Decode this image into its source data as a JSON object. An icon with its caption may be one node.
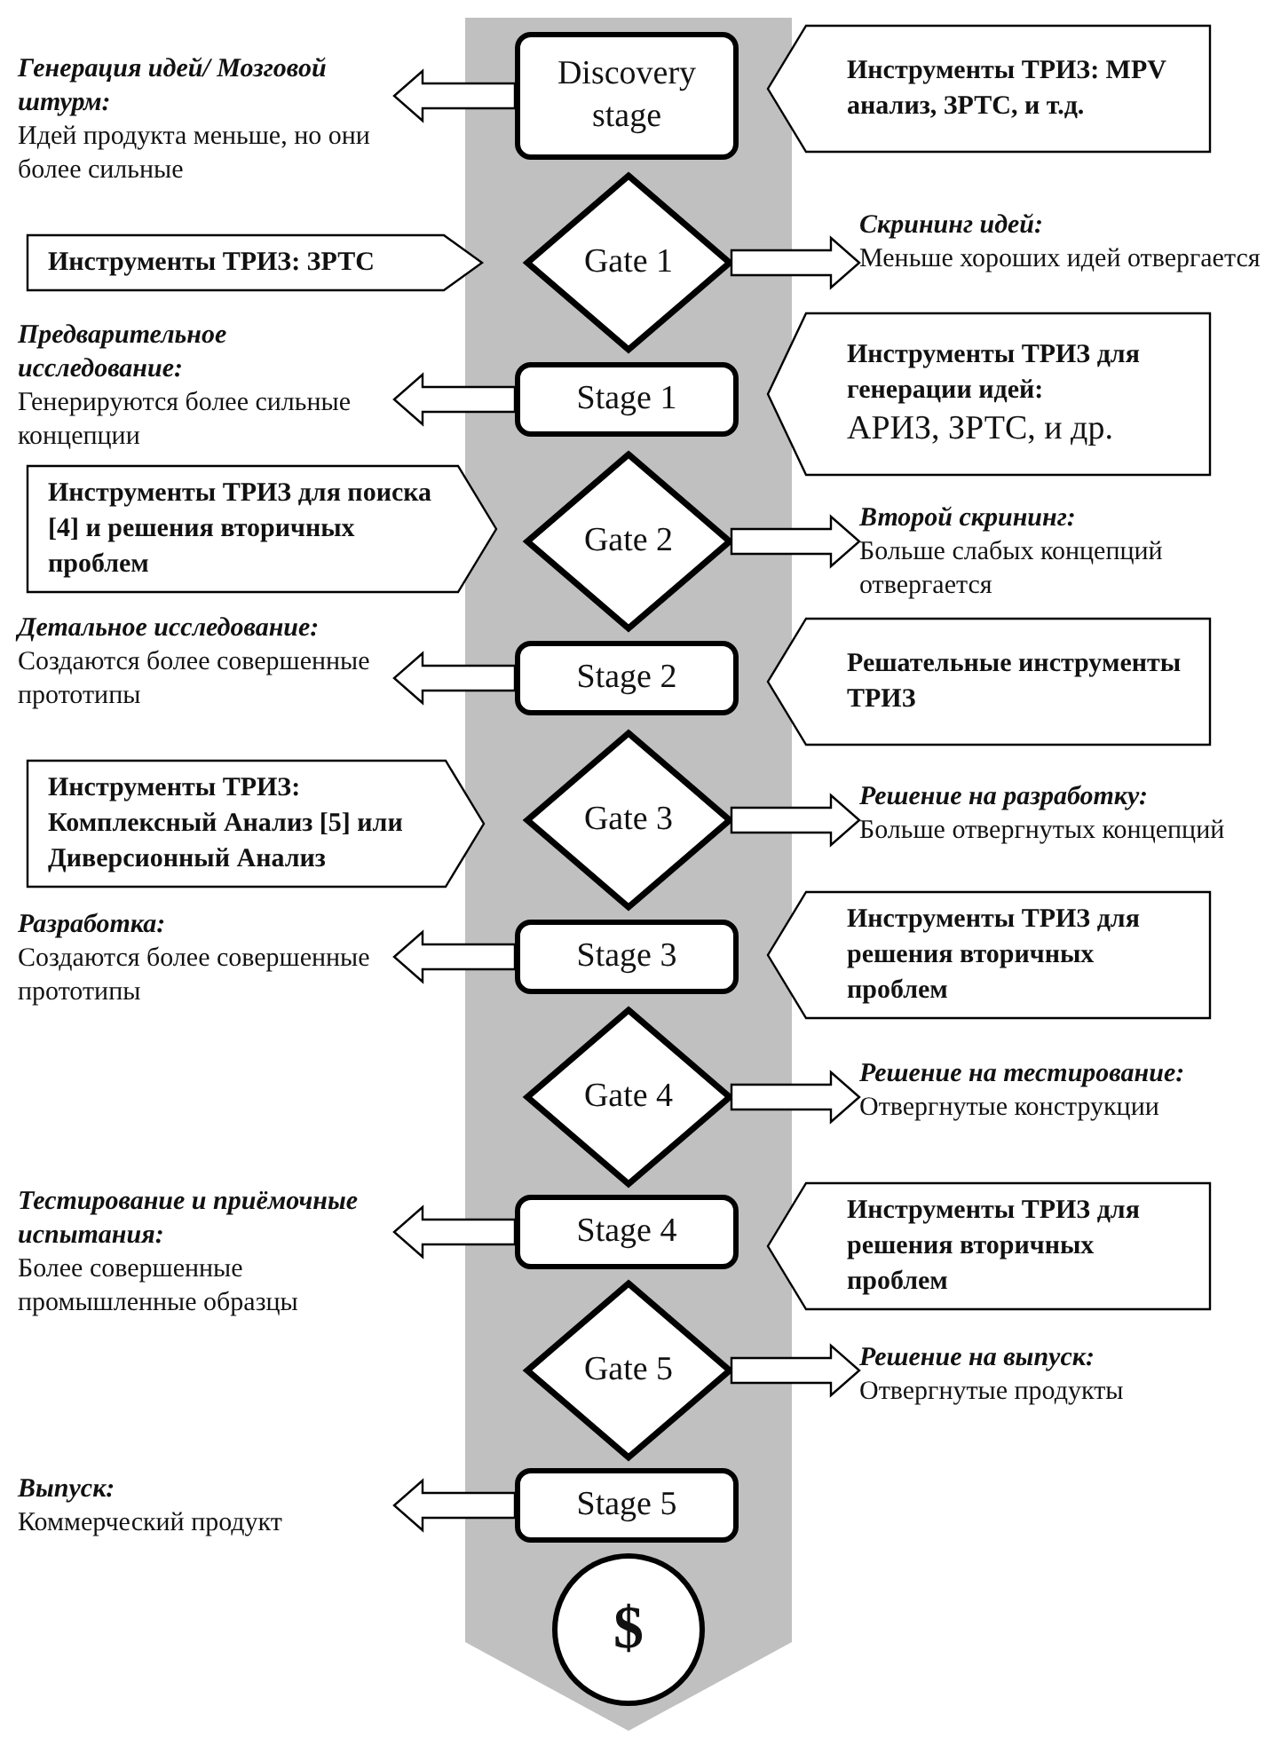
{
  "diagram": {
    "nodes": [
      {
        "text": [],
        "shape": "arrow"
      },
      {
        "text": [
          "Discovery stage"
        ],
        "in": 0
      },
      {
        "text": [
          "Gate 1"
        ],
        "in": 0
      },
      {
        "text": [
          "Stage 1"
        ],
        "in": 0
      },
      {
        "text": [
          "Gate 2"
        ],
        "in": 0
      },
      {
        "text": [
          "Stage 2"
        ],
        "in": 0
      },
      {
        "text": [
          "Gate 3"
        ],
        "in": 0
      },
      {
        "text": [
          "Stage 3"
        ],
        "in": 0
      },
      {
        "text": [
          "Gate 4"
        ],
        "in": 0
      },
      {
        "text": [
          "Stage 4"
        ],
        "in": 0
      },
      {
        "text": [
          "Gate 5"
        ],
        "in": 0
      },
      {
        "text": [
          "Stage 5"
        ],
        "in": 0
      },
      {
        "text": [
          "$"
        ],
        "in": 0
      },
      {
        "text": [
          "Генерация идей/ Мозговой штурм:",
          "Идей продукта меньше, но они более сильные"
        ]
      },
      {
        "text": [
          "Инструменты ТРИЗ: MPV анализ, ЗРТС, и т.д."
        ]
      },
      {
        "text": [
          "Инструменты ТРИЗ: ЗРТС"
        ]
      },
      {
        "text": [
          "Скрининг идей:",
          "Меньше хороших идей отвергается"
        ]
      },
      {
        "text": [
          "Предварительное исследование:",
          "Генерируются более сильные концепции"
        ]
      },
      {
        "text": [
          "Инструменты ТРИЗ для генерации идей:",
          "АРИЗ, ЗРТС, и др."
        ]
      },
      {
        "text": [
          "Инструменты ТРИЗ для поиска [4] и решения вторичных проблем"
        ]
      },
      {
        "text": [
          "Второй скрининг:",
          "Больше слабых концепций отвергается"
        ]
      },
      {
        "text": [
          "Детальное исследование:",
          "Создаются более совершенные прототипы"
        ]
      },
      {
        "text": [
          "Решательные инструменты ТРИЗ"
        ]
      },
      {
        "text": [
          "Инструменты ТРИЗ: Комплексный Анализ [5] или Диверсионный Анализ"
        ]
      },
      {
        "text": [
          "Решение на разработку:",
          "Больше отвергнутых концепций"
        ]
      },
      {
        "text": [
          "Разработка:",
          "Создаются более совершенные прототипы"
        ]
      },
      {
        "text": [
          "Инструменты ТРИЗ для решения вторичных проблем"
        ]
      },
      {
        "text": [
          "Решение на тестирование:",
          "Отвергнутые конструкции"
        ]
      },
      {
        "text": [
          "Тестирование и приёмочные испытания:",
          "Более совершенные промышленные образцы"
        ]
      },
      {
        "text": [
          "Инструменты ТРИЗ для решения вторичных проблем"
        ]
      },
      {
        "text": [
          "Решение на выпуск:",
          "Отвергнутые продукты"
        ]
      },
      {
        "text": [
          "Выпуск:",
          "Коммерческий продукт"
        ]
      }
    ],
    "edges": [
      {
        "from": 1,
        "to": 13,
        "arrow": "to",
        "style": "thick"
      },
      {
        "from": 2,
        "to": 16,
        "arrow": "to",
        "style": "thick"
      },
      {
        "from": 3,
        "to": 17,
        "arrow": "to",
        "style": "thick"
      },
      {
        "from": 4,
        "to": 20,
        "arrow": "to",
        "style": "thick"
      },
      {
        "from": 5,
        "to": 21,
        "arrow": "to",
        "style": "thick"
      },
      {
        "from": 6,
        "to": 24,
        "arrow": "to",
        "style": "thick"
      },
      {
        "from": 7,
        "to": 25,
        "arrow": "to",
        "style": "thick"
      },
      {
        "from": 8,
        "to": 27,
        "arrow": "to",
        "style": "thick"
      },
      {
        "from": 9,
        "to": 28,
        "arrow": "to",
        "style": "thick"
      },
      {
        "from": 10,
        "to": 30,
        "arrow": "to",
        "style": "thick"
      },
      {
        "from": 11,
        "to": 31,
        "arrow": "to",
        "style": "thick"
      }
    ]
  }
}
